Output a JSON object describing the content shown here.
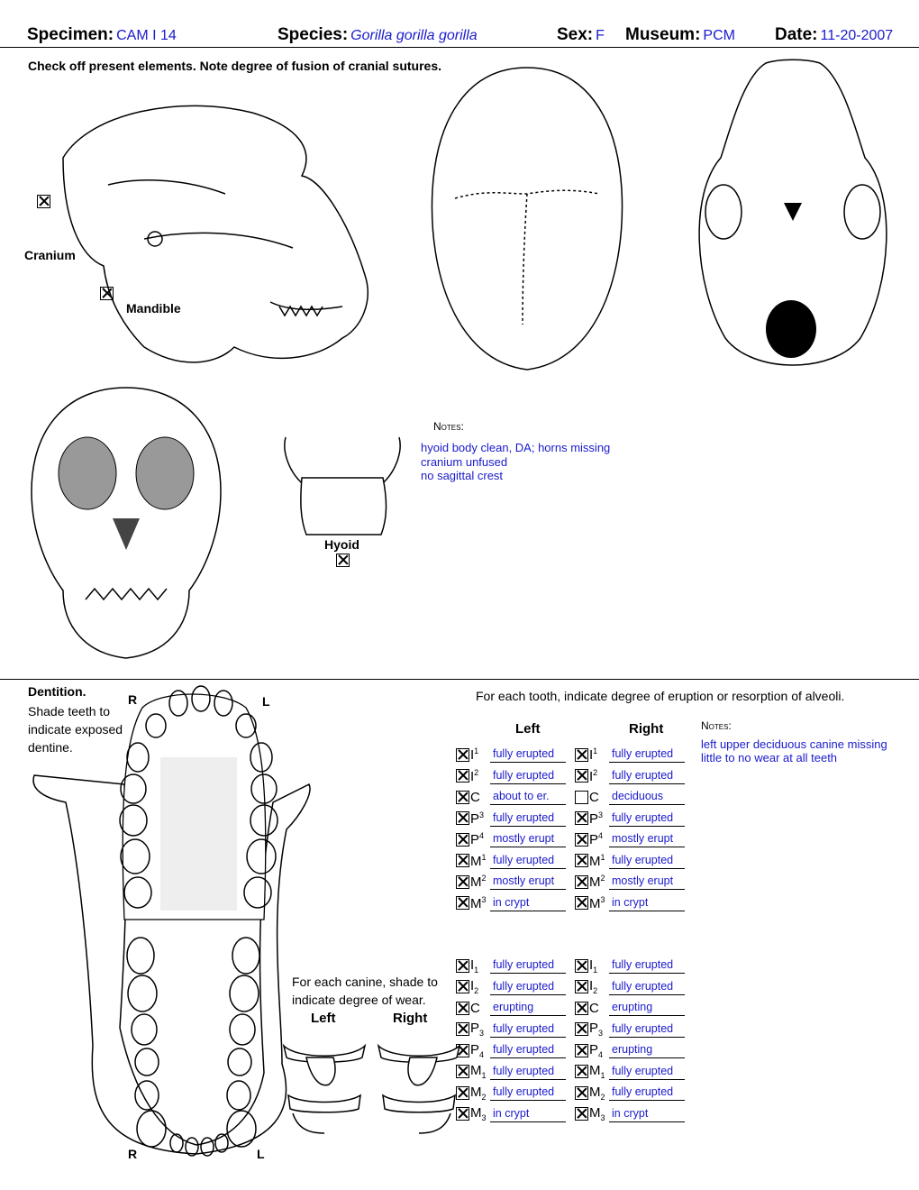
{
  "header": {
    "specimen_label": "Specimen:",
    "specimen": "CAM I 14",
    "species_label": "Species:",
    "species": "Gorilla gorilla gorilla",
    "sex_label": "Sex:",
    "sex": "F",
    "museum_label": "Museum:",
    "museum": "PCM",
    "date_label": "Date:",
    "date": "11-20-2007"
  },
  "cranial": {
    "instruction": "Check off present elements.  Note degree of fusion of cranial sutures.",
    "cranium_label": "Cranium",
    "cranium_checked": true,
    "mandible_label": "Mandible",
    "mandible_checked": true,
    "hyoid_label": "Hyoid",
    "hyoid_checked": true,
    "notes_label": "Notes:",
    "notes": [
      "hyoid body clean, DA; horns missing",
      "cranium unfused",
      "no sagittal crest"
    ]
  },
  "dentition": {
    "title": "Dentition.",
    "instruction_lines": [
      "Shade teeth to",
      "indicate exposed",
      "dentine."
    ],
    "r_label": "R",
    "l_label": "L",
    "eruption_instruction": "For each tooth, indicate degree of eruption or resorption of alveoli.",
    "left_header": "Left",
    "right_header": "Right",
    "notes_label": "Notes:",
    "notes": [
      "left upper deciduous canine missing",
      "little to no wear at all teeth"
    ],
    "canine_instruction_lines": [
      "For each canine, shade to",
      "indicate degree of wear."
    ],
    "canine_left": "Left",
    "canine_right": "Right",
    "upper": [
      {
        "base": "I",
        "idx": "1",
        "left_checked": true,
        "left": "fully erupted",
        "right_checked": true,
        "right": "fully erupted"
      },
      {
        "base": "I",
        "idx": "2",
        "left_checked": true,
        "left": "fully erupted",
        "right_checked": true,
        "right": "fully erupted"
      },
      {
        "base": "C",
        "idx": "",
        "left_checked": true,
        "left": "about to er.",
        "right_checked": false,
        "right": "deciduous"
      },
      {
        "base": "P",
        "idx": "3",
        "left_checked": true,
        "left": "fully erupted",
        "right_checked": true,
        "right": "fully erupted"
      },
      {
        "base": "P",
        "idx": "4",
        "left_checked": true,
        "left": "mostly erupt",
        "right_checked": true,
        "right": "mostly erupt"
      },
      {
        "base": "M",
        "idx": "1",
        "left_checked": true,
        "left": "fully erupted",
        "right_checked": true,
        "right": "fully erupted"
      },
      {
        "base": "M",
        "idx": "2",
        "left_checked": true,
        "left": "mostly erupt",
        "right_checked": true,
        "right": "mostly erupt"
      },
      {
        "base": "M",
        "idx": "3",
        "left_checked": true,
        "left": "in crypt",
        "right_checked": true,
        "right": "in crypt"
      }
    ],
    "lower": [
      {
        "base": "I",
        "idx": "1",
        "left_checked": true,
        "left": "fully erupted",
        "right_checked": true,
        "right": "fully erupted"
      },
      {
        "base": "I",
        "idx": "2",
        "left_checked": true,
        "left": "fully erupted",
        "right_checked": true,
        "right": "fully erupted"
      },
      {
        "base": "C",
        "idx": "",
        "left_checked": true,
        "left": "erupting",
        "right_checked": true,
        "right": "erupting"
      },
      {
        "base": "P",
        "idx": "3",
        "left_checked": true,
        "left": "fully erupted",
        "right_checked": true,
        "right": "fully erupted"
      },
      {
        "base": "P",
        "idx": "4",
        "left_checked": true,
        "left": "fully erupted",
        "right_checked": true,
        "right": "erupting"
      },
      {
        "base": "M",
        "idx": "1",
        "left_checked": true,
        "left": "fully erupted",
        "right_checked": true,
        "right": "fully erupted"
      },
      {
        "base": "M",
        "idx": "2",
        "left_checked": true,
        "left": "fully erupted",
        "right_checked": true,
        "right": "fully erupted"
      },
      {
        "base": "M",
        "idx": "3",
        "left_checked": true,
        "left": "in crypt",
        "right_checked": true,
        "right": "in crypt"
      }
    ]
  }
}
